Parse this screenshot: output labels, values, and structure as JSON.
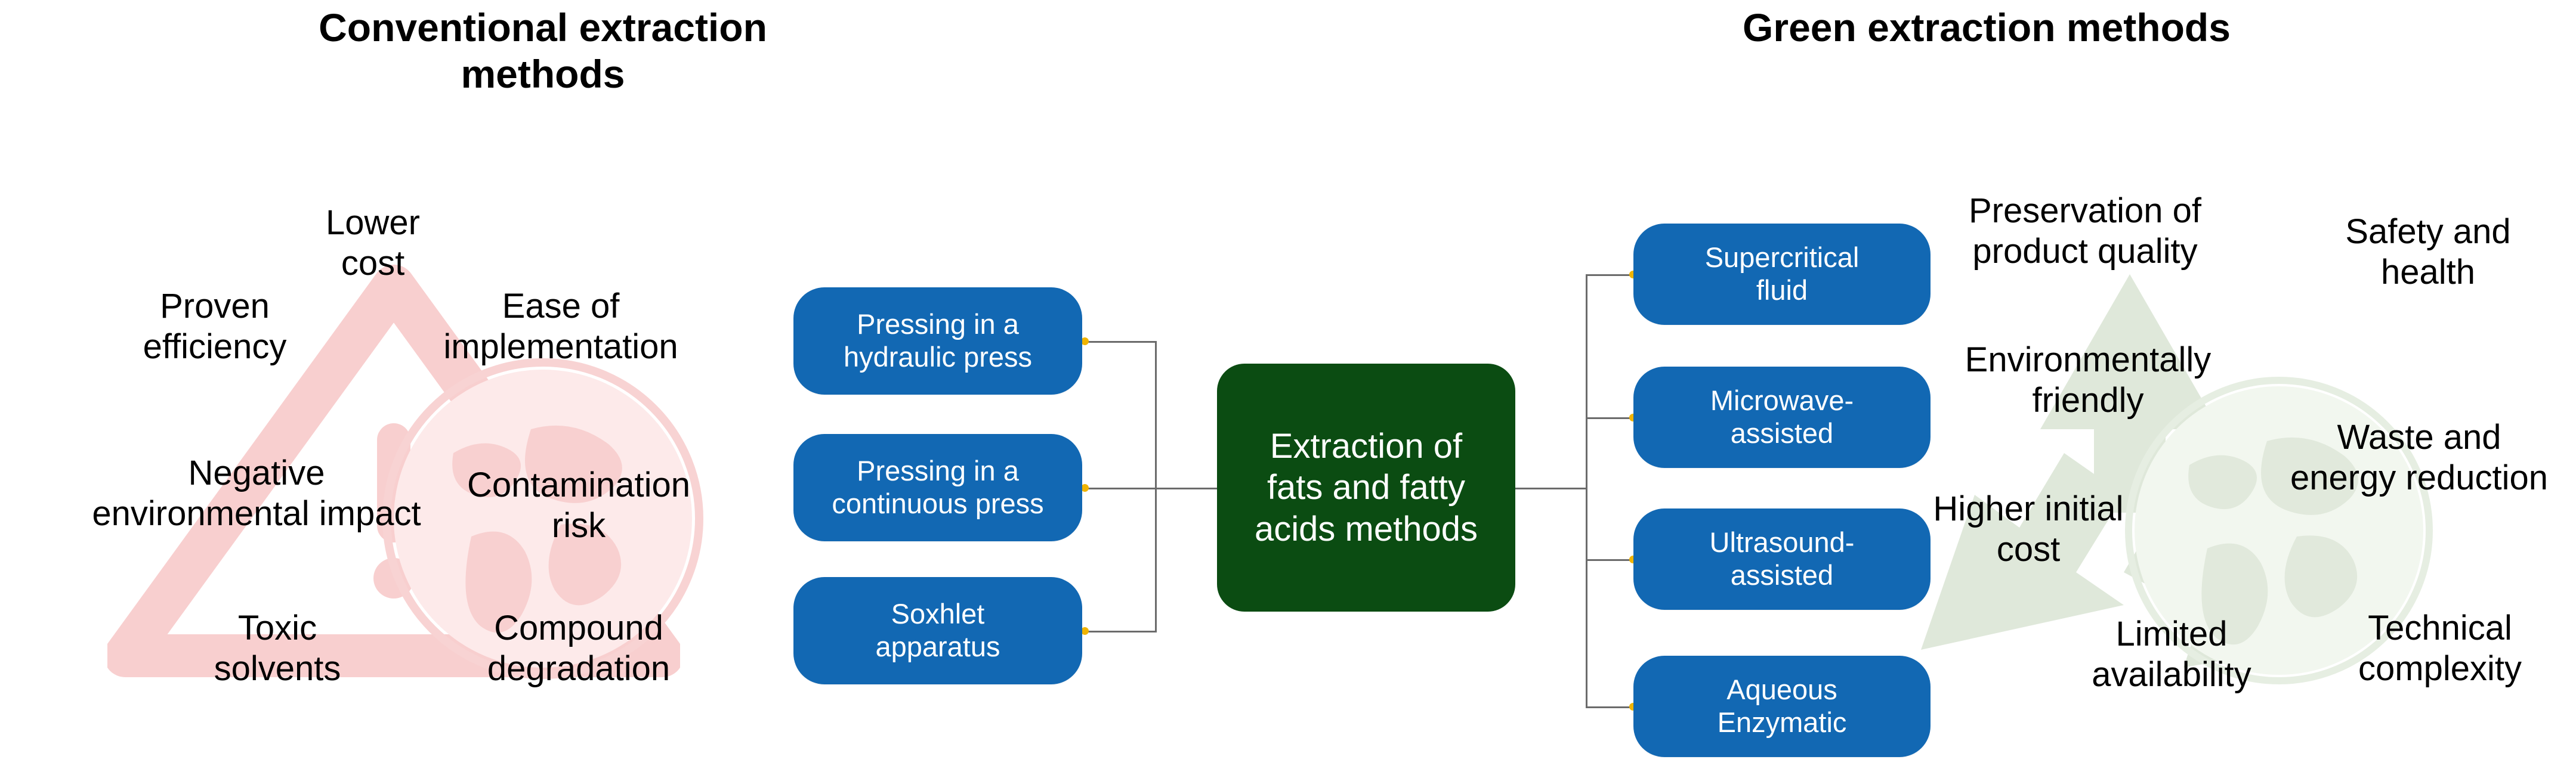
{
  "headings": {
    "left": "Conventional extraction methods",
    "right": "Green extraction methods"
  },
  "colors": {
    "node_blue": "#1268b3",
    "center_green": "#0b4c12",
    "connector": "#6b6b6b",
    "connector_dot": "#f0b400",
    "triangle_art": "#f8cfcf",
    "globe_art": "#f8d3d3",
    "recycle_art": "#dfe8da"
  },
  "left_labels": [
    {
      "text": "Lower\ncost"
    },
    {
      "text": "Proven\nefficiency"
    },
    {
      "text": "Ease of\nimplementation"
    },
    {
      "text": "Negative\nenvironmental impact"
    },
    {
      "text": "Contamination\nrisk"
    },
    {
      "text": "Toxic\nsolvents"
    },
    {
      "text": "Compound\ndegradation"
    }
  ],
  "right_labels": [
    {
      "text": "Preservation of\nproduct quality"
    },
    {
      "text": "Safety and\nhealth"
    },
    {
      "text": "Environmentally\nfriendly"
    },
    {
      "text": "Waste and\nenergy reduction"
    },
    {
      "text": "Higher initial\ncost"
    },
    {
      "text": "Limited\navailability"
    },
    {
      "text": "Technical\ncomplexity"
    }
  ],
  "conventional_nodes": [
    {
      "text": "Pressing in a\nhydraulic press"
    },
    {
      "text": "Pressing in a\ncontinuous press"
    },
    {
      "text": "Soxhlet\napparatus"
    }
  ],
  "center_node": {
    "text": "Extraction of\nfats and fatty\nacids methods"
  },
  "green_nodes": [
    {
      "text": "Supercritical\nfluid"
    },
    {
      "text": "Microwave-\nassisted"
    },
    {
      "text": "Ultrasound-\nassisted"
    },
    {
      "text": "Aqueous\nEnzymatic"
    }
  ]
}
